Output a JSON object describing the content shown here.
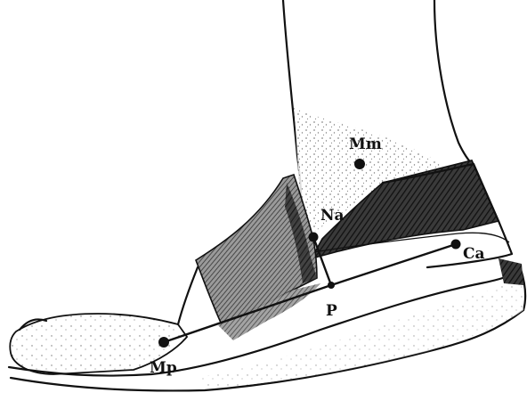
{
  "points": {
    "mm": {
      "label": "Mm"
    },
    "na": {
      "label": "Na"
    },
    "ca": {
      "label": "Ca"
    },
    "p": {
      "label": "P"
    },
    "mp": {
      "label": "Mp"
    }
  }
}
